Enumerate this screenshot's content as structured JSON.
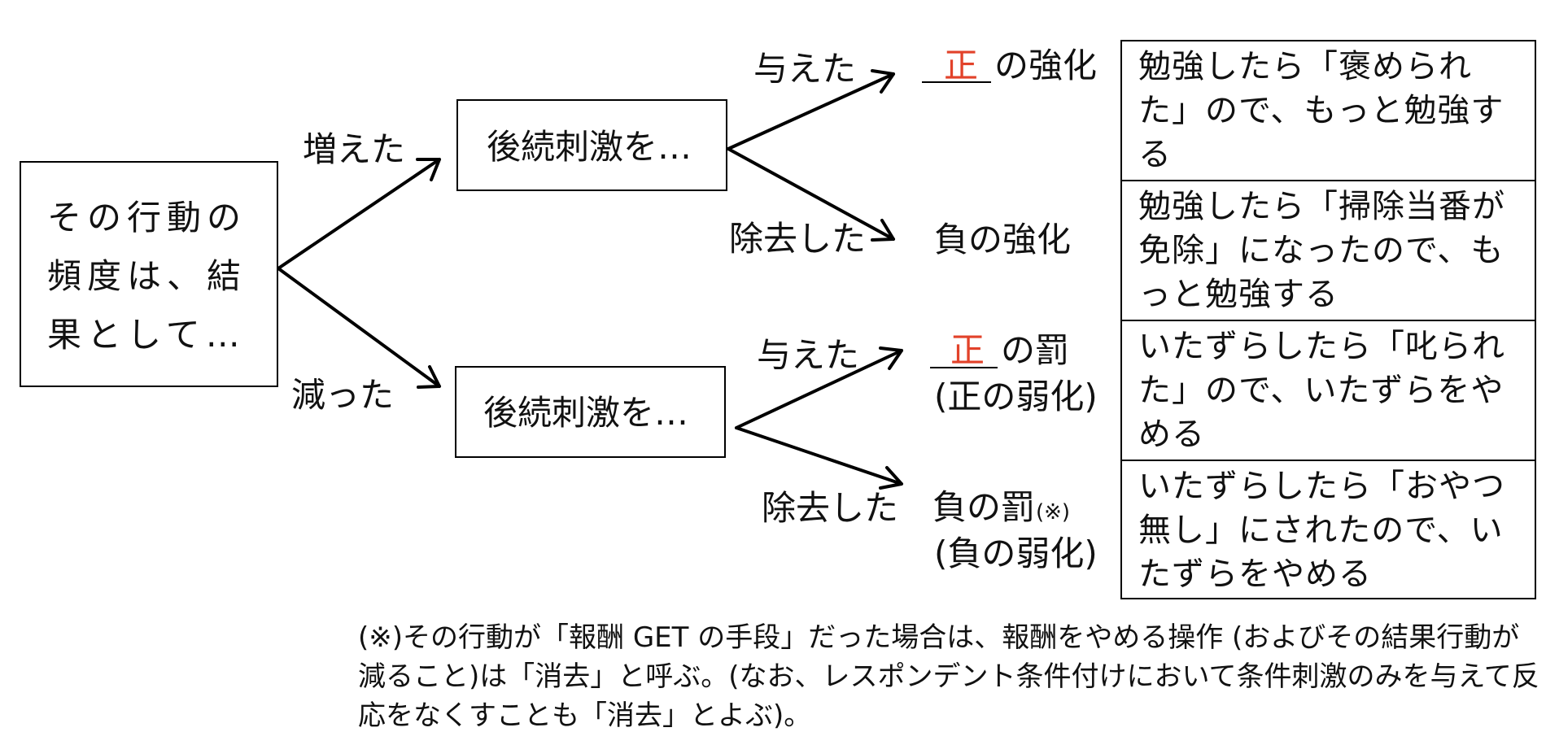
{
  "start_box": {
    "text": "その行動の頻度は、結果として…"
  },
  "branches": {
    "increased": "増えた",
    "decreased": "減った"
  },
  "middle_boxes": {
    "upper": "後続刺激を…",
    "lower": "後続刺激を…"
  },
  "actions": {
    "upper_give": "与えた",
    "upper_remove": "除去した",
    "lower_give": "与えた",
    "lower_remove": "除去した"
  },
  "outcomes": {
    "pos_reinforcement": {
      "highlight": "正",
      "rest": "の強化"
    },
    "neg_reinforcement": {
      "text": "負の強化"
    },
    "pos_punishment": {
      "highlight": "正",
      "rest": "の罰",
      "sub": "(正の弱化)"
    },
    "neg_punishment": {
      "main": "負の罰",
      "mark": "(※)",
      "sub": "(負の弱化)"
    }
  },
  "examples": [
    "勉強したら「褒められた」ので、もっと勉強する",
    "勉強したら「掃除当番が免除」になったので、もっと勉強する",
    "いたずらしたら「叱られた」ので、いたずらをやめる",
    "いたずらしたら「おやつ無し」にされたので、いたずらをやめる"
  ],
  "footnote": "(※)その行動が「報酬 GET の手段」だった場合は、報酬をやめる操作 (およびその結果行動が減ること)は「消去」と呼ぶ。(なお、レスポンデント条件付けにおいて条件刺激のみを与えて反応をなくすことも「消去」とよぶ)。",
  "colors": {
    "highlight": "#e2422a",
    "line": "#000000"
  }
}
